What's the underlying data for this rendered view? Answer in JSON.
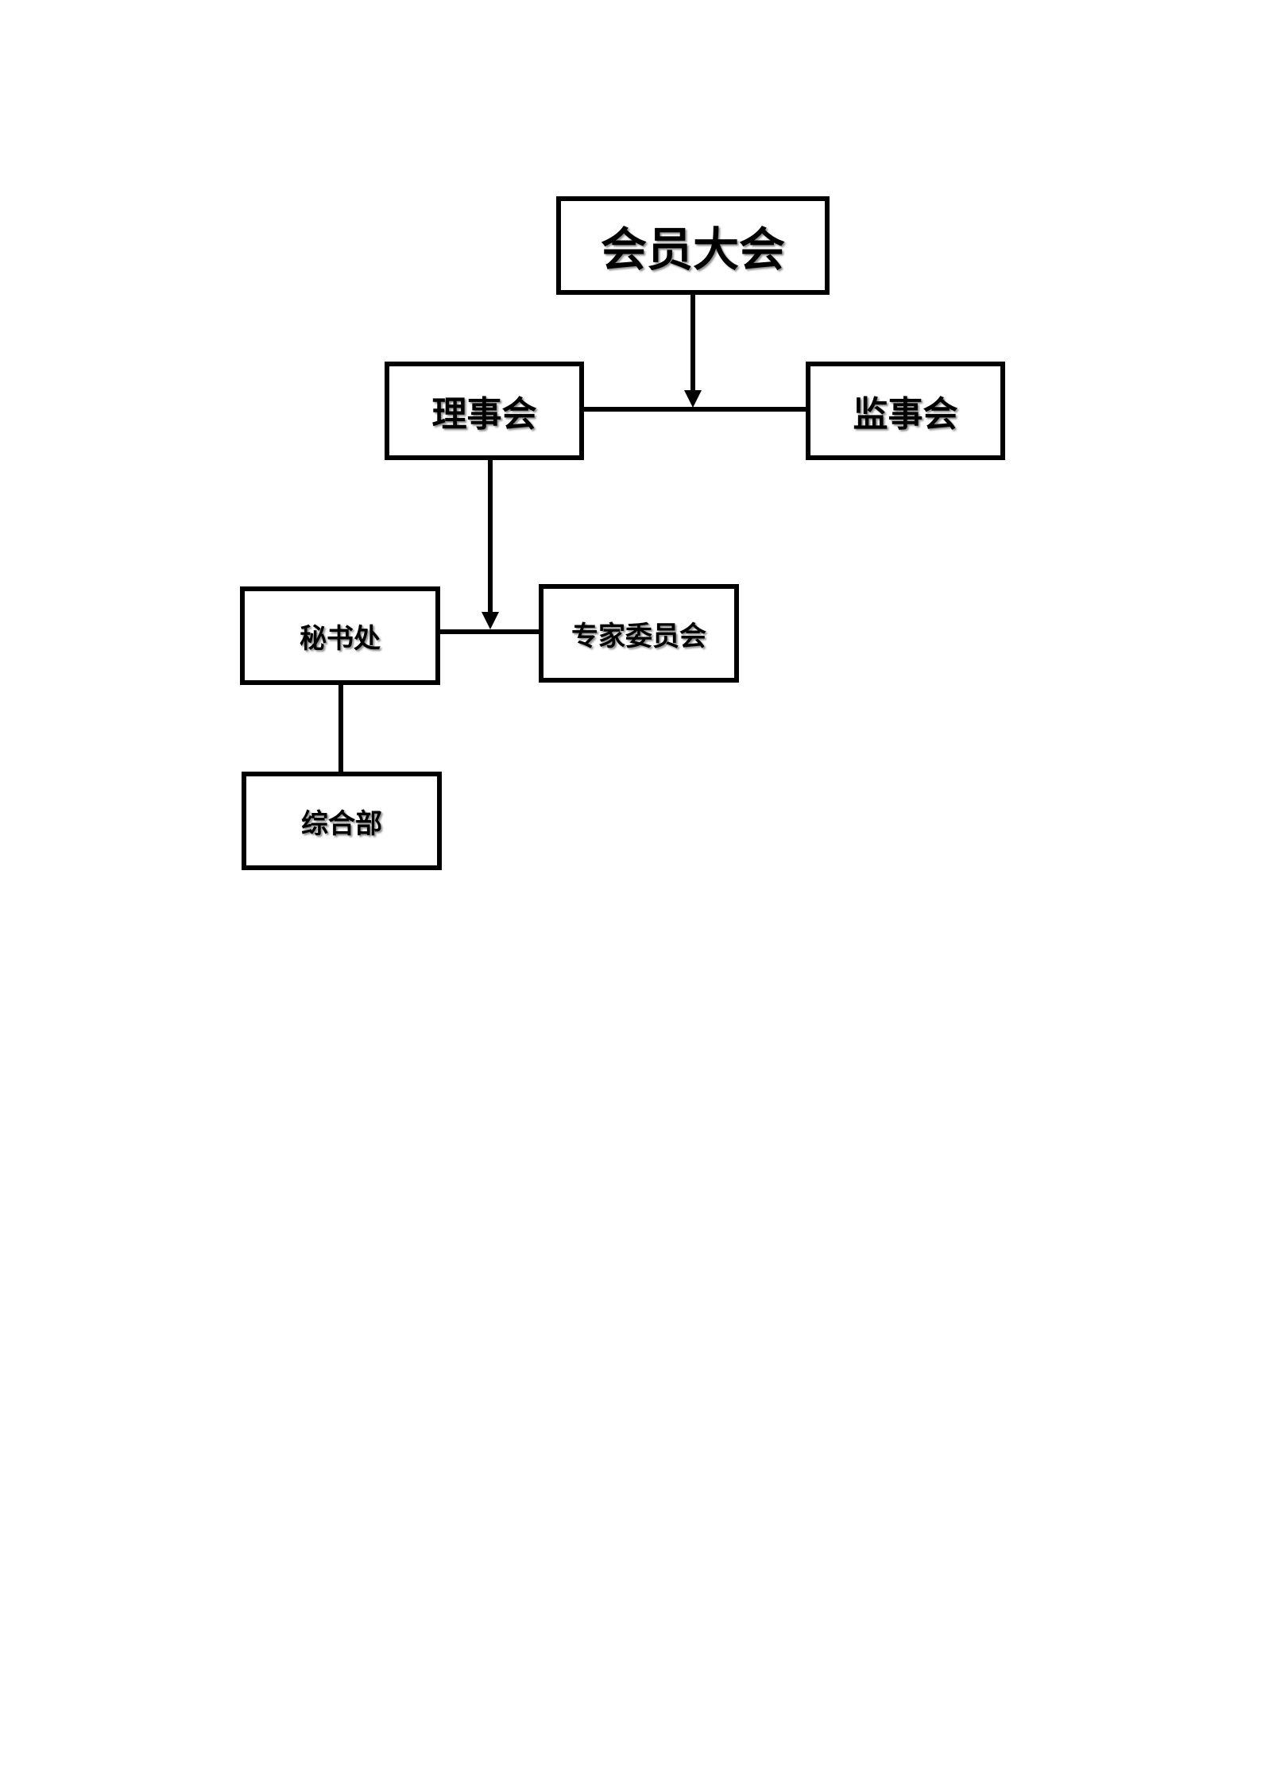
{
  "diagram": {
    "nodes": [
      {
        "id": "general-assembly",
        "label": "会员大会"
      },
      {
        "id": "board",
        "label": "理事会"
      },
      {
        "id": "supervisory",
        "label": "监事会"
      },
      {
        "id": "secretariat",
        "label": "秘书处"
      },
      {
        "id": "expert",
        "label": "专家委员会"
      },
      {
        "id": "general-dept",
        "label": "综合部"
      }
    ],
    "edges": [
      {
        "from": "general-assembly",
        "to": "board-supervisory-link",
        "arrow": true
      },
      {
        "from": "board",
        "to": "supervisory",
        "arrow": false
      },
      {
        "from": "board",
        "to": "secretariat-expert-link",
        "arrow": true
      },
      {
        "from": "secretariat",
        "to": "expert",
        "arrow": false
      },
      {
        "from": "secretariat",
        "to": "general-dept",
        "arrow": false
      }
    ],
    "colors": {
      "line": "#000000",
      "box_border": "#000000",
      "background": "#ffffff"
    }
  }
}
